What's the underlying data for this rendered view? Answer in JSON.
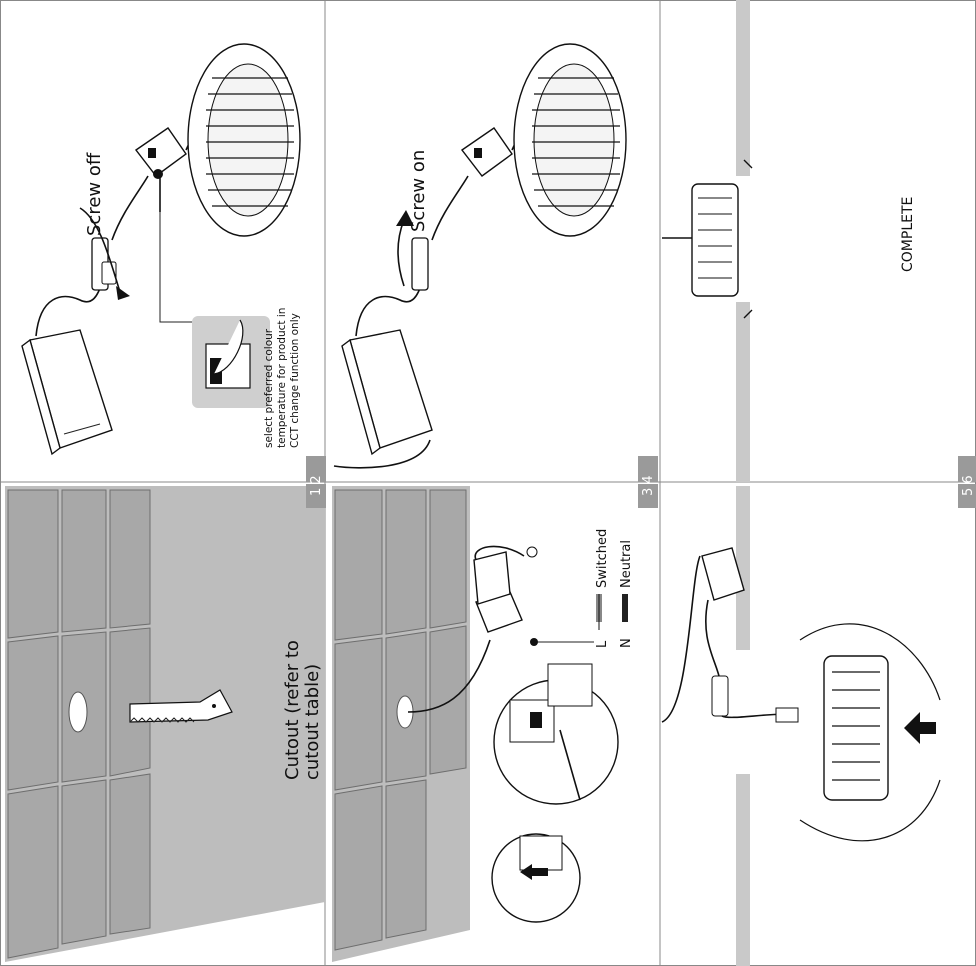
{
  "step_numbers": {
    "s12": "1 2",
    "s34": "3 4",
    "s56": "5 6"
  },
  "labels": {
    "cutout": "Cutout (refer to",
    "cutout2": "cutout table)",
    "screw_off": "Screw off",
    "screw_on": "Screw on",
    "select1": "select preferred colour",
    "select2": "temperature for product in",
    "select3": "CCT change function only",
    "switched_letter": "L",
    "switched": "Switched",
    "neutral_letter": "N",
    "neutral": "Neutral",
    "complete": "COMPLETE"
  },
  "colors": {
    "panel_bg": "#ffffff",
    "tile": "#a8a8a8",
    "tab": "#9a9a9a",
    "wall": "#c9c9c9",
    "lines": "#111111"
  }
}
